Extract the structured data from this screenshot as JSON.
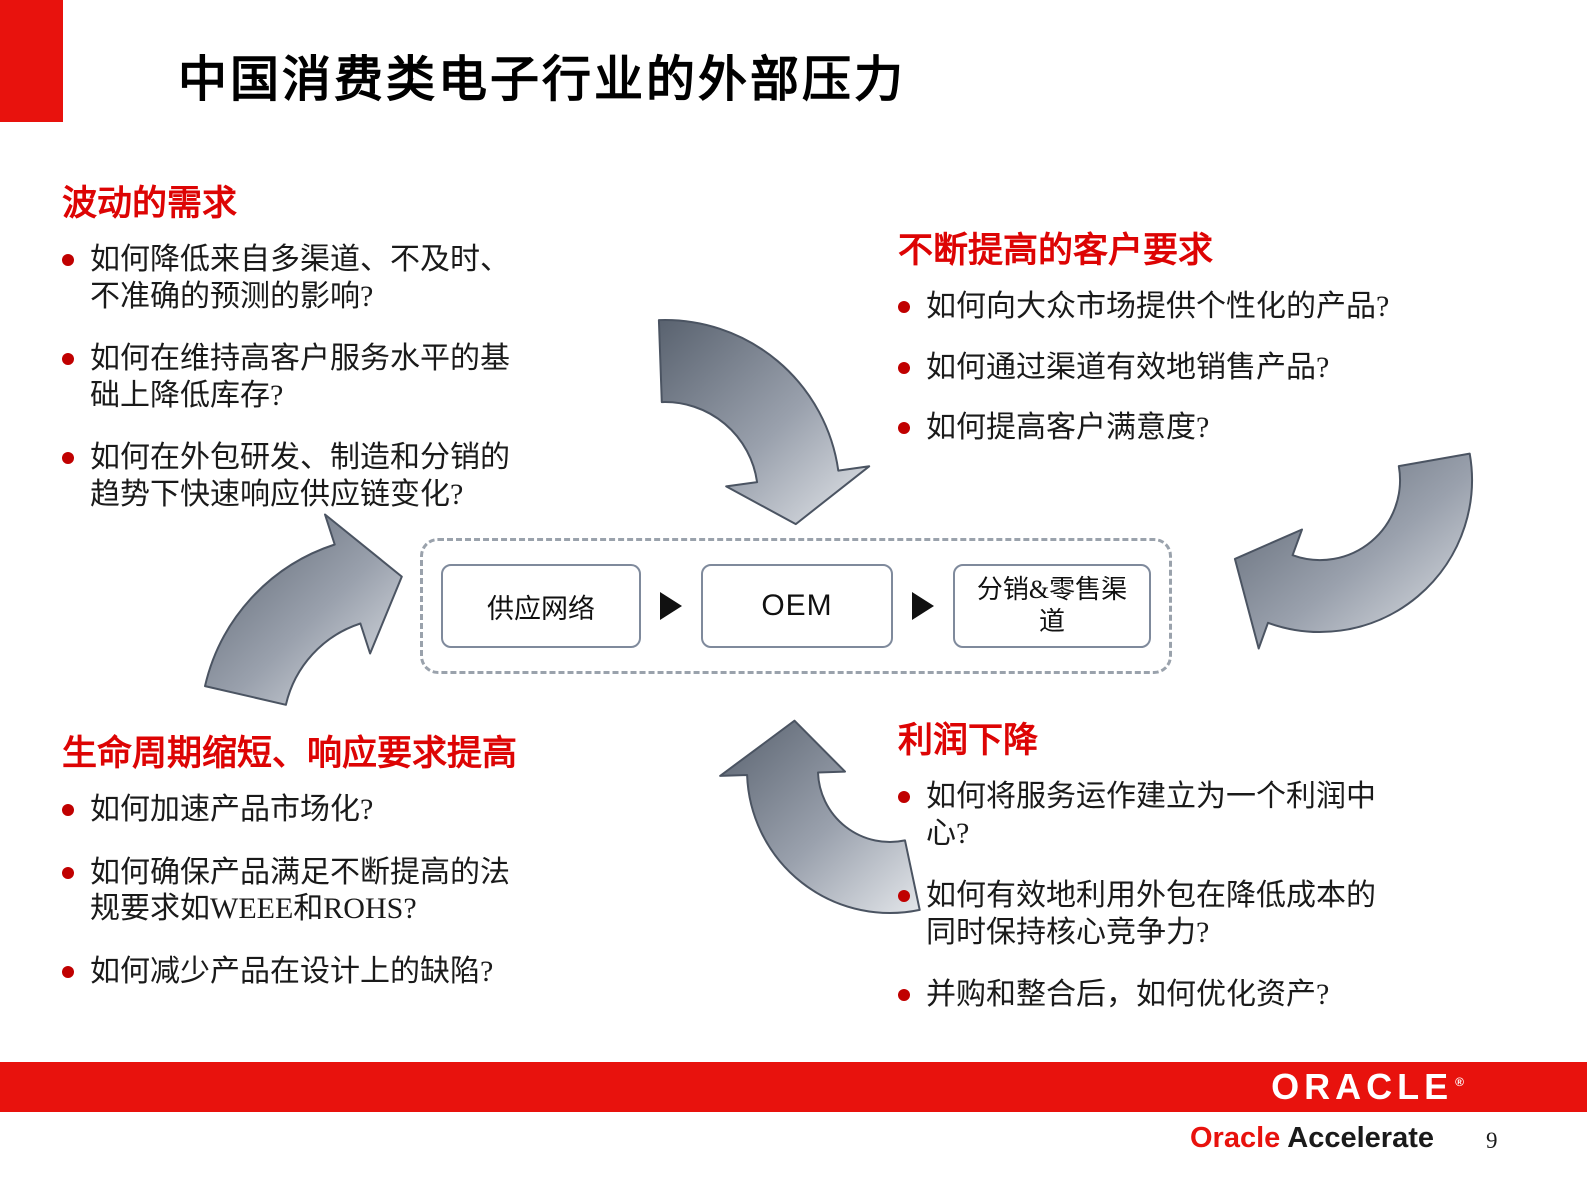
{
  "title": "中国消费类电子行业的外部压力",
  "sections": {
    "demand": {
      "heading": "波动的需求",
      "bullets": [
        "如何降低来自多渠道、不及时、不准确的预测的影响?",
        "如何在维持高客户服务水平的基础上降低库存?",
        "如何在外包研发、制造和分销的趋势下快速响应供应链变化?"
      ]
    },
    "customer": {
      "heading": "不断提高的客户要求",
      "bullets": [
        "如何向大众市场提供个性化的产品?",
        "如何通过渠道有效地销售产品?",
        "如何提高客户满意度?"
      ]
    },
    "lifecycle": {
      "heading": "生命周期缩短、响应要求提高",
      "bullets": [
        "如何加速产品市场化?",
        "如何确保产品满足不断提高的法规要求如WEEE和ROHS?",
        "如何减少产品在设计上的缺陷?"
      ]
    },
    "profit": {
      "heading": "利润下降",
      "bullets": [
        "如何将服务运作建立为一个利润中心?",
        "如何有效地利用外包在降低成本的同时保持核心竞争力?",
        "并购和整合后，如何优化资产?"
      ]
    }
  },
  "flow": {
    "boxes": [
      "供应网络",
      "OEM",
      "分销&零售渠道"
    ]
  },
  "footer": {
    "logo": "ORACLE",
    "registered": "®",
    "brand_oracle": "Oracle",
    "brand_accelerate": "Accelerate",
    "page_number": "9"
  },
  "icons": {
    "flow_arrow": "black-right-triangle",
    "curved_arrow_top": "gray-curved-arrow-pointing-down",
    "curved_arrow_left": "gray-curved-arrow-pointing-right",
    "curved_arrow_right": "gray-curved-arrow-pointing-left",
    "curved_arrow_bottom": "gray-curved-arrow-pointing-up"
  },
  "colors": {
    "accent_red": "#e8120d",
    "heading_red": "#dd0404",
    "bullet_red": "#c00000",
    "arrow_gray_dark": "#59626f",
    "arrow_gray_light": "#e3e6ea",
    "box_border_gray": "#7f8a9c"
  }
}
